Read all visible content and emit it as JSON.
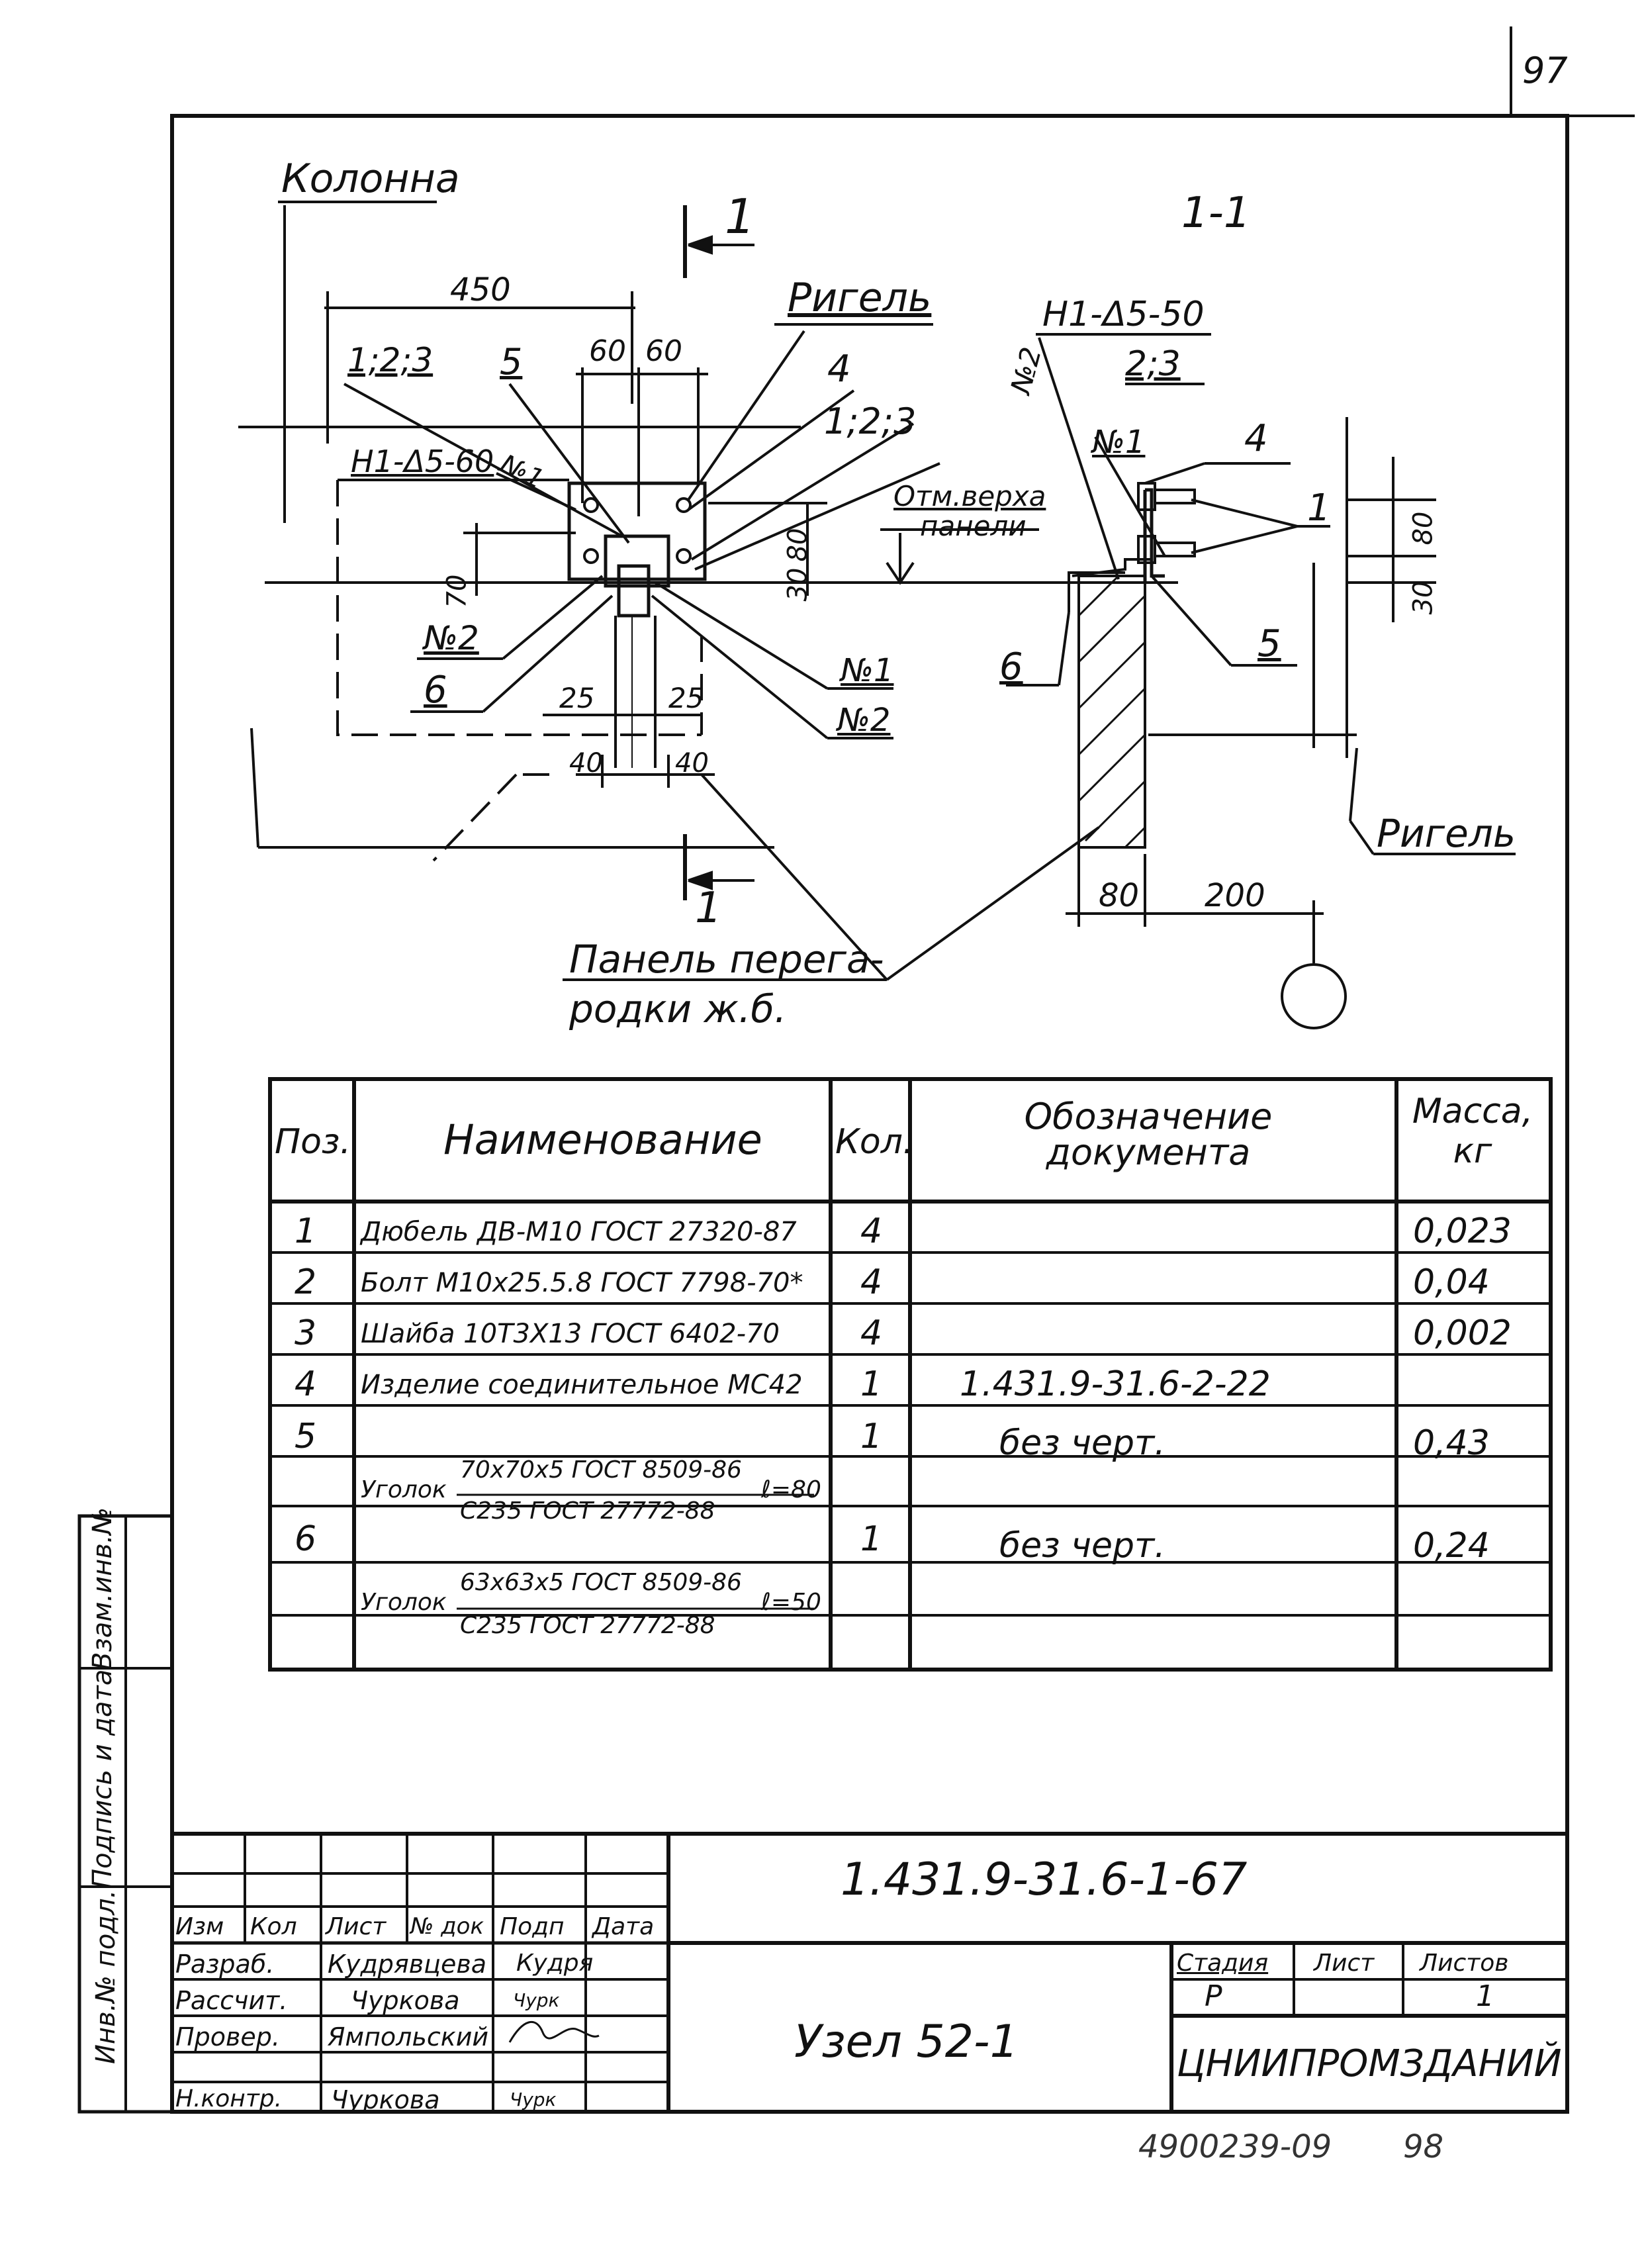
{
  "sheet": {
    "page_number": "97",
    "footer_code": "4900239-09",
    "footer_page": "98"
  },
  "plan_view": {
    "column_label": "Колонна",
    "section_mark": "1",
    "beam_label": "Ригель",
    "dim_450": "450",
    "dim_60a": "60",
    "dim_60b": "60",
    "label_123a": "1;2;3",
    "label_5": "5",
    "label_4": "4",
    "label_123b": "1;2;3",
    "weld_label": "Н1-Δ5-60",
    "no1a": "№1",
    "dim_70": "70",
    "dim_30": "30",
    "dim_80": "80",
    "no2a": "№2",
    "label_6": "6",
    "dim_25a": "25",
    "dim_25b": "25",
    "dim_40a": "40",
    "dim_40b": "40",
    "no1b": "№1",
    "no2b": "№2",
    "elev_label_1": "Отм.верха",
    "elev_label_2": "панели",
    "panel_label_1": "Панель перега-",
    "panel_label_2": "родки ж.б."
  },
  "section_view": {
    "title": "1-1",
    "weld_label": "Н1-Δ5-50",
    "weld_sub": "2;3",
    "no2": "№2",
    "no1": "№1",
    "label_4": "4",
    "label_1": "1",
    "label_6": "6",
    "label_5": "5",
    "dim_80v": "80",
    "dim_30v": "30",
    "beam_label": "Ригель",
    "dim_80": "80",
    "dim_200": "200"
  },
  "spec_table": {
    "headers": [
      "Поз.",
      "Наименование",
      "Кол.",
      "Обозначение документа",
      "Масса, кг"
    ],
    "rows": [
      {
        "pos": "1",
        "name": "Дюбель ДВ-М10 ГОСТ 27320-87",
        "qty": "4",
        "doc": "",
        "mass": "0,023"
      },
      {
        "pos": "2",
        "name": "Болт М10х25.5.8 ГОСТ 7798-70*",
        "qty": "4",
        "doc": "",
        "mass": "0,04"
      },
      {
        "pos": "3",
        "name": "Шайба 10Т3Х13 ГОСТ 6402-70",
        "qty": "4",
        "doc": "",
        "mass": "0,002"
      },
      {
        "pos": "4",
        "name": "Изделие соединительное МС42",
        "qty": "1",
        "doc": "1.431.9-31.6-2-22",
        "mass": ""
      },
      {
        "pos": "5",
        "name_prefix": "Уголок",
        "name_top": "70х70х5 ГОСТ 8509-86",
        "name_bottom": "С235 ГОСТ 27772-88",
        "name_len": "ℓ=80",
        "qty": "1",
        "doc": "без черт.",
        "mass": "0,43"
      },
      {
        "pos": "6",
        "name_prefix": "Уголок",
        "name_top": "63х63х5 ГОСТ 8509-86",
        "name_bottom": "С235 ГОСТ 27772-88",
        "name_len": "ℓ=50",
        "qty": "1",
        "doc": "без черт.",
        "mass": "0,24"
      }
    ]
  },
  "side_stamp": {
    "labels": [
      "Инв.№ подл.",
      "Подпись и дата",
      "Взам.инв.№"
    ]
  },
  "title_block": {
    "document_code": "1.431.9-31.6-1-67",
    "header_labels": [
      "Изм",
      "Кол",
      "Лист",
      "№ док",
      "Подп",
      "Дата"
    ],
    "roles": [
      {
        "role": "Разраб.",
        "name": "Кудрявцева",
        "sign": "Кудря"
      },
      {
        "role": "Рассчит.",
        "name": "Чуркова",
        "sign": "Чурк"
      },
      {
        "role": "Провер.",
        "name": "Ямпольский",
        "sign": ""
      },
      {
        "role": "Н.контр.",
        "name": "Чуркова",
        "sign": "Чурк"
      }
    ],
    "item_title": "Узел 52-1",
    "stage_label": "Стадия",
    "sheet_label": "Лист",
    "sheets_label": "Листов",
    "stage_value": "Р",
    "sheet_value": "",
    "sheets_value": "1",
    "organization": "ЦНИИПРОМЗДАНИЙ"
  }
}
